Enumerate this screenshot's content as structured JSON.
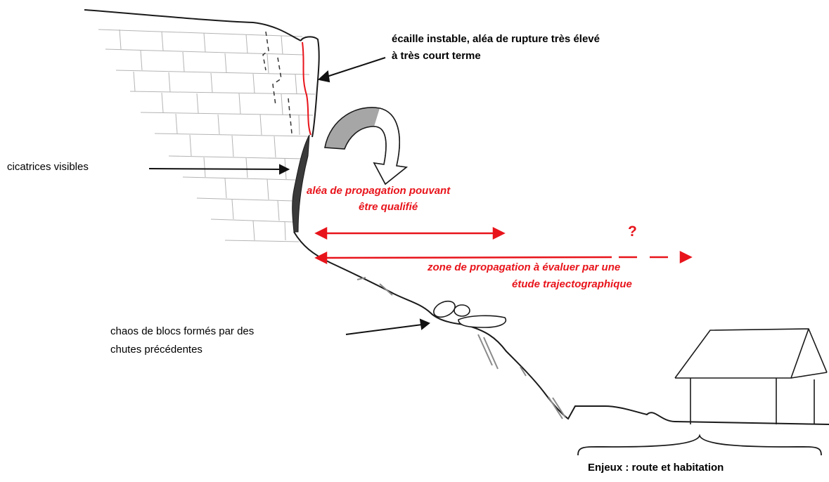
{
  "labels": {
    "ecaille": "écaille instable, aléa de rupture très élevé",
    "ecaille_line2": "à très court terme",
    "cicatrices": "cicatrices visibles",
    "alea_line1": "aléa de propagation pouvant",
    "alea_line2": "être qualifié",
    "question": "?",
    "zone_line1": "zone de propagation à évaluer par une",
    "zone_line2": "étude trajectographique",
    "chaos_line1": "chaos de blocs formés par des",
    "chaos_line2": "chutes précédentes",
    "enjeux": "Enjeux : route et habitation"
  },
  "colors": {
    "accent_red": "#e8141b",
    "ink": "#1a1a1a",
    "wall_line": "#b4b4b4",
    "grey_arrow": "#a6a6a6"
  }
}
